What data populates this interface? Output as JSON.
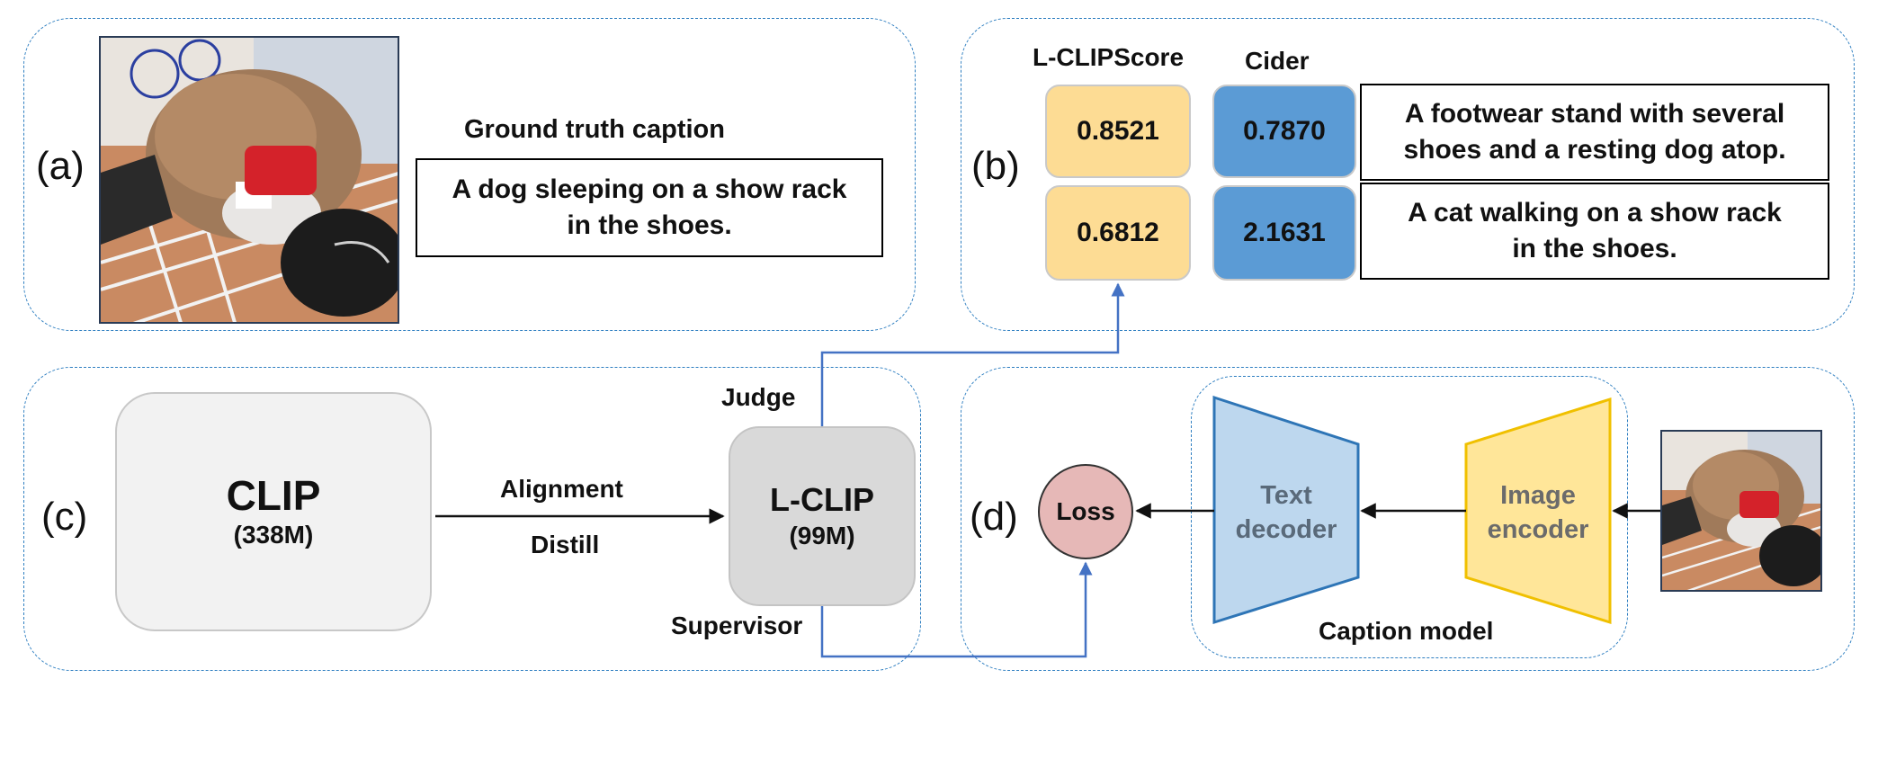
{
  "panel_a": {
    "tag": "(a)",
    "gt_title": "Ground truth caption",
    "gt_caption_line1": "A dog sleeping on a show rack",
    "gt_caption_line2": "in the shoes."
  },
  "panel_b": {
    "tag": "(b)",
    "metric1_title": "L-CLIPScore",
    "metric2_title": "Cider",
    "rows": [
      {
        "lclip": "0.8521",
        "cider": "0.7870",
        "caption_line1": "A footwear stand with several",
        "caption_line2": "shoes and a resting dog atop."
      },
      {
        "lclip": "0.6812",
        "cider": "2.1631",
        "caption_line1": "A cat walking on a show rack",
        "caption_line2": "in the shoes."
      }
    ]
  },
  "panel_c": {
    "tag": "(c)",
    "teacher_name": "CLIP",
    "teacher_params": "(338M)",
    "arrow_top": "Alignment",
    "arrow_bottom": "Distill",
    "student_name": "L-CLIP",
    "student_params": "(99M)",
    "judge_label": "Judge",
    "supervisor_label": "Supervisor"
  },
  "panel_d": {
    "tag": "(d)",
    "loss_label": "Loss",
    "decoder_line1": "Text",
    "decoder_line2": "decoder",
    "encoder_line1": "Image",
    "encoder_line2": "encoder",
    "model_label": "Caption model"
  },
  "colors": {
    "panel_border": "#2f7fc1",
    "connector": "#4472c4",
    "score_yellow": "#fddc94",
    "score_blue": "#5b9bd5",
    "decoder_fill": "#bdd7ee",
    "decoder_stroke": "#2e75b6",
    "encoder_fill": "#ffe699",
    "encoder_stroke": "#f0c000",
    "loss_fill": "#e6b8b7"
  }
}
